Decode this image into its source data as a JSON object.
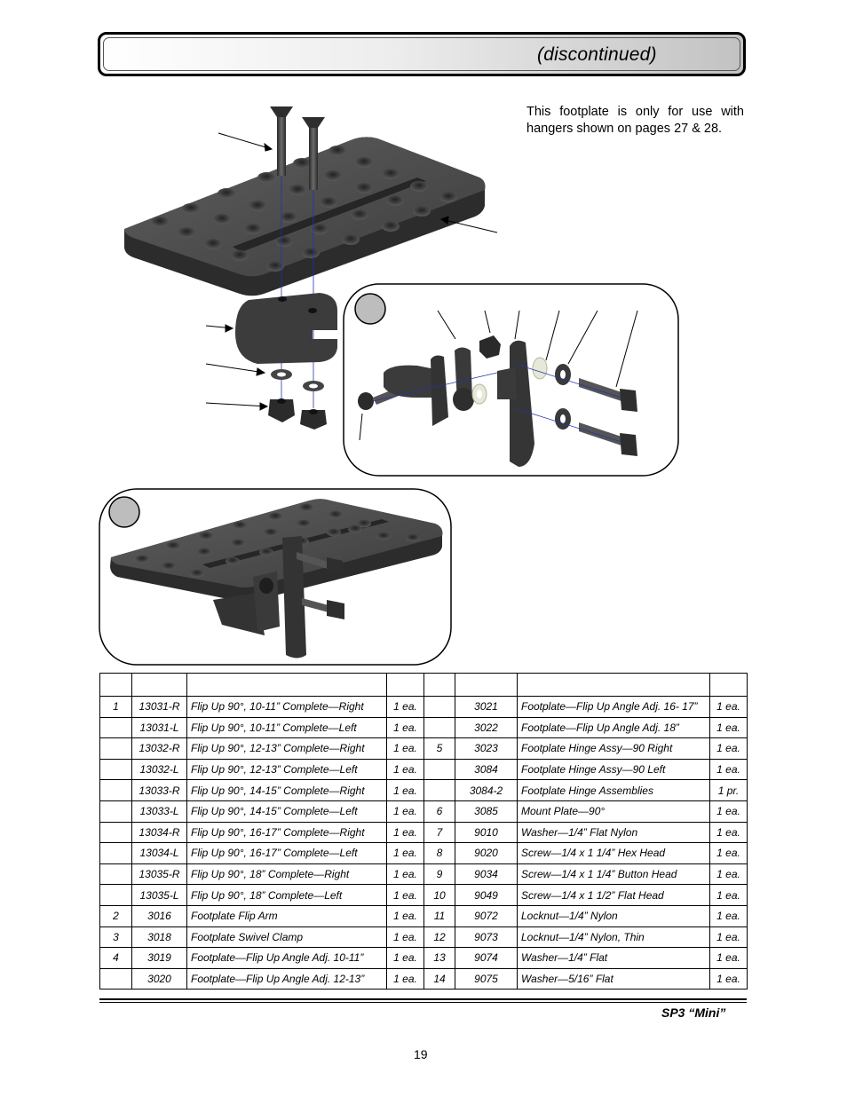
{
  "header": {
    "title": "(discontinued)"
  },
  "note": "This footplate is only for use with hangers shown on pages 27 & 28.",
  "table": {
    "headers": [
      "",
      "",
      "",
      "",
      "",
      "",
      "",
      ""
    ],
    "rows": [
      [
        "1",
        "13031-R",
        "Flip Up 90°, 10-11” Complete—Right",
        "1 ea.",
        "",
        "3021",
        "Footplate—Flip Up Angle Adj. 16- 17”",
        "1 ea."
      ],
      [
        "",
        "13031-L",
        "Flip Up 90°, 10-11” Complete—Left",
        "1 ea.",
        "",
        "3022",
        "Footplate—Flip Up Angle Adj. 18”",
        "1 ea."
      ],
      [
        "",
        "13032-R",
        "Flip Up 90°, 12-13” Complete—Right",
        "1 ea.",
        "5",
        "3023",
        "Footplate Hinge Assy—90  Right",
        "1 ea."
      ],
      [
        "",
        "13032-L",
        "Flip Up 90°, 12-13” Complete—Left",
        "1 ea.",
        "",
        "3084",
        "Footplate Hinge Assy—90  Left",
        "1 ea."
      ],
      [
        "",
        "13033-R",
        "Flip Up 90°, 14-15” Complete—Right",
        "1 ea.",
        "",
        "3084-2",
        "Footplate Hinge Assemblies",
        "1 pr."
      ],
      [
        "",
        "13033-L",
        "Flip Up 90°, 14-15” Complete—Left",
        "1 ea.",
        "6",
        "3085",
        "Mount Plate—90°",
        "1 ea."
      ],
      [
        "",
        "13034-R",
        "Flip Up 90°, 16-17” Complete—Right",
        "1 ea.",
        "7",
        "9010",
        "Washer—1/4” Flat Nylon",
        "1 ea."
      ],
      [
        "",
        "13034-L",
        "Flip Up 90°, 16-17” Complete—Left",
        "1 ea.",
        "8",
        "9020",
        "Screw—1/4 x 1 1/4” Hex Head",
        "1 ea."
      ],
      [
        "",
        "13035-R",
        "Flip Up 90°, 18” Complete—Right",
        "1 ea.",
        "9",
        "9034",
        "Screw—1/4 x 1 1/4” Button Head",
        "1 ea."
      ],
      [
        "",
        "13035-L",
        "Flip Up 90°, 18” Complete—Left",
        "1 ea.",
        "10",
        "9049",
        "Screw—1/4 x 1 1/2” Flat Head",
        "1 ea."
      ],
      [
        "2",
        "3016",
        "Footplate Flip Arm",
        "1 ea.",
        "11",
        "9072",
        "Locknut—1/4” Nylon",
        "1 ea."
      ],
      [
        "3",
        "3018",
        "Footplate Swivel Clamp",
        "1 ea.",
        "12",
        "9073",
        "Locknut—1/4” Nylon, Thin",
        "1 ea."
      ],
      [
        "4",
        "3019",
        "Footplate—Flip Up Angle Adj. 10-11”",
        "1 ea.",
        "13",
        "9074",
        "Washer—1/4” Flat",
        "1 ea."
      ],
      [
        "",
        "3020",
        "Footplate—Flip Up Angle Adj. 12-13”",
        "1 ea.",
        "14",
        "9075",
        "Washer—5/16” Flat",
        "1 ea."
      ]
    ]
  },
  "footer": {
    "model": "SP3 “Mini”",
    "page_number": "19"
  },
  "colors": {
    "part_dark": "#3a3a3a",
    "part_mid": "#555555",
    "callout_fill": "#bdbdbd",
    "washer_nylon": "#e6e8d8"
  }
}
